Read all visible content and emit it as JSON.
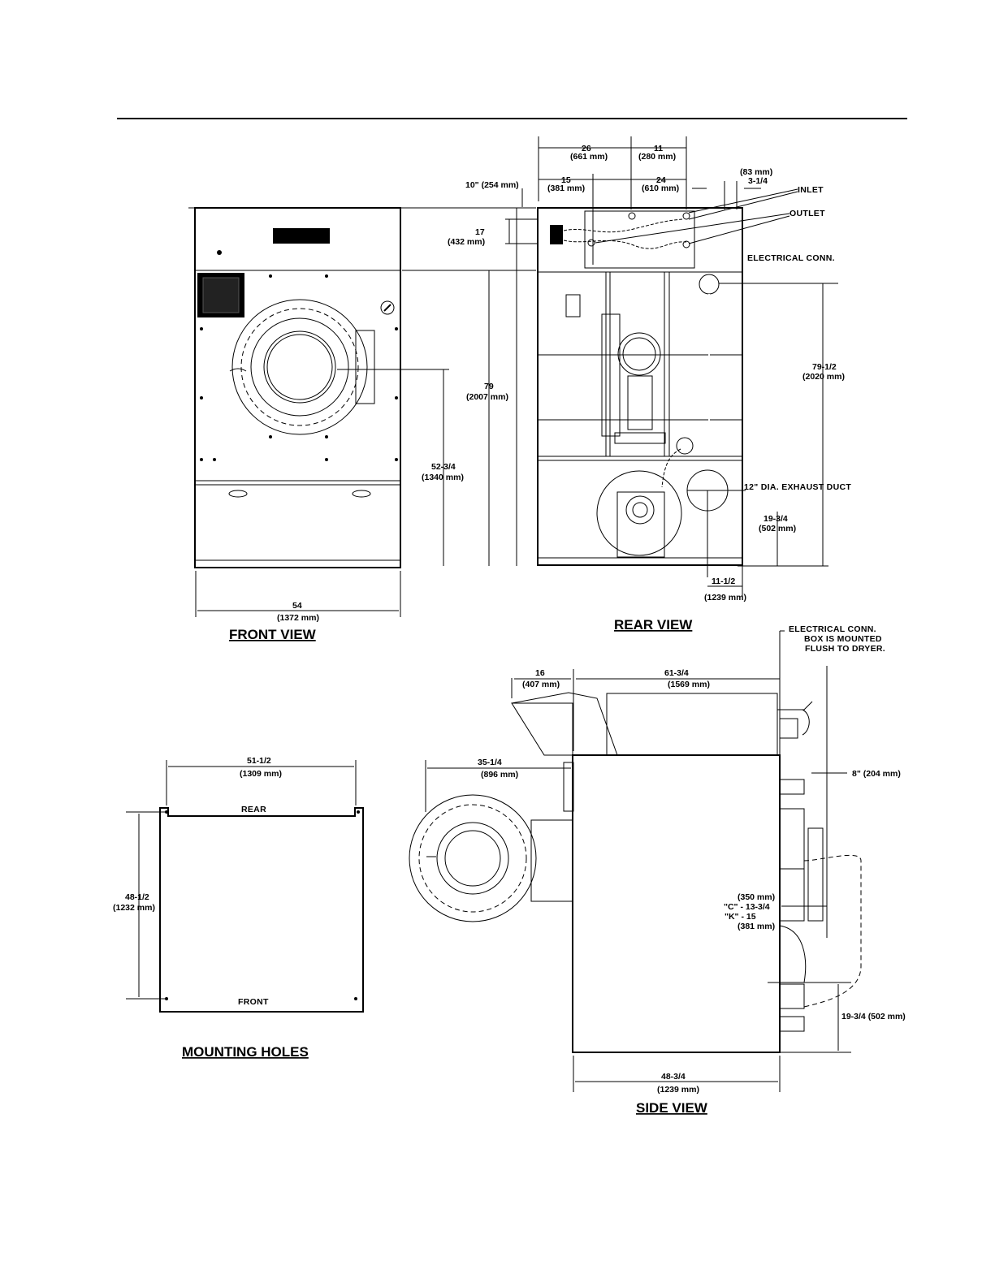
{
  "views": {
    "front": "FRONT VIEW",
    "rear": "REAR VIEW",
    "mounting": "MOUNTING HOLES",
    "side": "SIDE VIEW"
  },
  "front_dims": {
    "width": "54",
    "width_mm": "(1372 mm)",
    "door_h": "52-3/4",
    "door_h_mm": "(1340 mm)",
    "height": "79",
    "height_mm": "(2007 mm)"
  },
  "rear_dims": {
    "top_a": "26",
    "top_a_mm": "(661 mm)",
    "top_b": "11",
    "top_b_mm": "(280 mm)",
    "mid_a": "15",
    "mid_a_mm": "(381 mm)",
    "mid_b": "24",
    "mid_b_mm": "(610 mm)",
    "ten": "10\" (254 mm)",
    "h17": "17",
    "h17_mm": "(432 mm)",
    "gap_mm": "(83 mm)",
    "gap": "3-1/4",
    "inlet": "INLET",
    "outlet": "OUTLET",
    "elec": "ELECTRICAL CONN.",
    "total_h": "79-1/2",
    "total_h_mm": "(2020 mm)",
    "exhaust": "12\" DIA. EXHAUST DUCT",
    "exh_h": "19-3/4",
    "exh_h_mm": "(502 mm)",
    "exh_x": "11-1/2",
    "exh_x_mm": "(1239 mm)"
  },
  "mount_dims": {
    "width": "51-1/2",
    "width_mm": "(1309 mm)",
    "depth": "48-1/2",
    "depth_mm": "(1232 mm)",
    "rear": "REAR",
    "front": "FRONT"
  },
  "side_dims": {
    "note1": "ELECTRICAL CONN.",
    "note2": "BOX IS MOUNTED",
    "note3": "FLUSH TO DRYER.",
    "hood": "16",
    "hood_mm": "(407 mm)",
    "top": "61-3/4",
    "top_mm": "(1569 mm)",
    "door": "35-1/4",
    "door_mm": "(896 mm)",
    "eight": "8\" (204 mm)",
    "ck_mm1": "(350 mm)",
    "ck_c": "\"C\" - 13-3/4",
    "ck_k": "\"K\" - 15",
    "ck_mm2": "(381 mm)",
    "exh_h": "19-3/4 (502 mm)",
    "base": "48-3/4",
    "base_mm": "(1239 mm)"
  }
}
